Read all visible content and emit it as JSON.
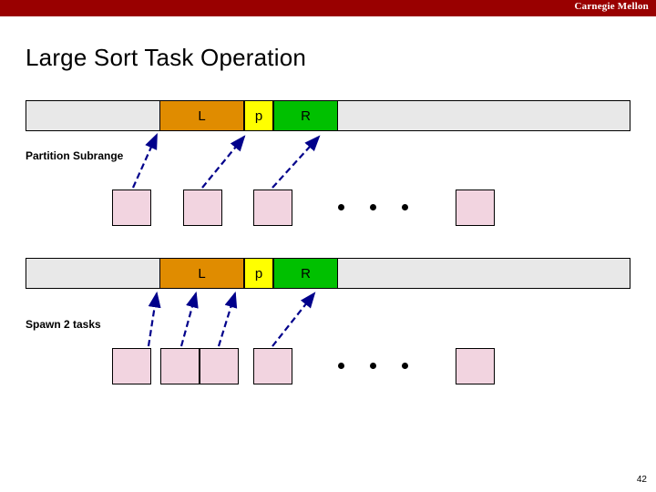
{
  "brand": {
    "name": "Carnegie Mellon",
    "bar_color": "#990000"
  },
  "slide": {
    "title": "Large Sort Task Operation",
    "page_number": "42"
  },
  "colors": {
    "array_background": "#e8e8e8",
    "left_segment": "#e08c00",
    "pivot_segment": "#ffff00",
    "right_segment": "#00c000",
    "task_box": "#f2d4e0",
    "arrow": "#00008b",
    "outline": "#000000"
  },
  "captions": {
    "partition": "Partition Subrange",
    "spawn": "Spawn 2 tasks"
  },
  "rows": [
    {
      "id": "row-1",
      "segments": [
        {
          "label": "L",
          "kind": "left"
        },
        {
          "label": "p",
          "kind": "pivot"
        },
        {
          "label": "R",
          "kind": "right"
        }
      ],
      "task_boxes": 4,
      "ellipsis_dots": 3
    },
    {
      "id": "row-2",
      "segments": [
        {
          "label": "L",
          "kind": "left"
        },
        {
          "label": "p",
          "kind": "pivot"
        },
        {
          "label": "R",
          "kind": "right"
        }
      ],
      "task_boxes": 5,
      "ellipsis_dots": 3
    }
  ]
}
